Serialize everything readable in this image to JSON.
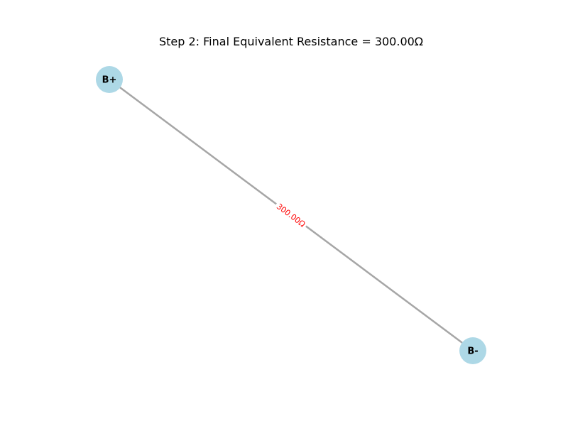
{
  "diagram": {
    "title": "Step 2: Final Equivalent Resistance = 300.00Ω",
    "nodes": [
      {
        "id": "bplus",
        "label": "B+"
      },
      {
        "id": "bminus",
        "label": "B-"
      }
    ],
    "edges": [
      {
        "from": "bplus",
        "to": "bminus",
        "label": "300.00Ω"
      }
    ],
    "colors": {
      "node_fill": "#add8e6",
      "edge_stroke": "#a6a6a6",
      "edge_label": "#ff0000",
      "background": "#ffffff"
    }
  }
}
